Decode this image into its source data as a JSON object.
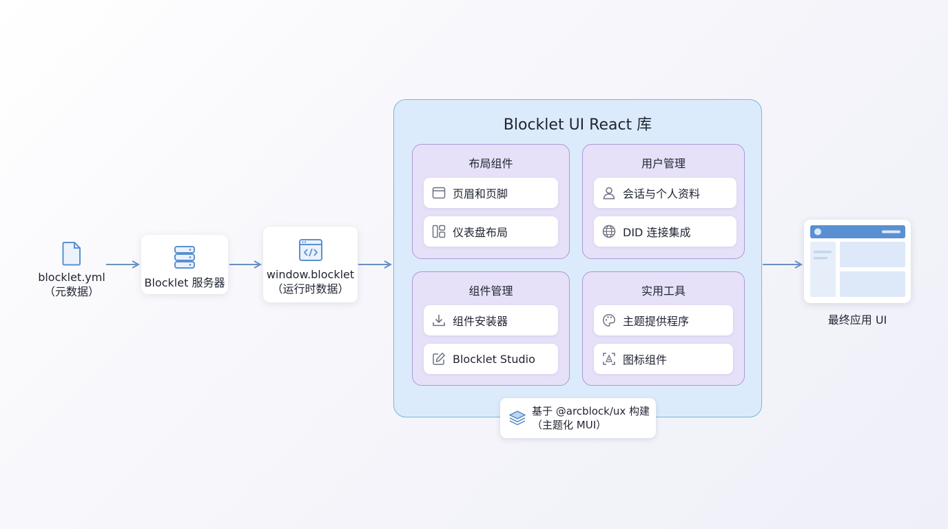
{
  "source": {
    "line1": "blocklet.yml",
    "line2": "（元数据）",
    "icon": "file-icon"
  },
  "server": {
    "label": "Blocklet 服务器",
    "icon": "server-icon"
  },
  "runtime": {
    "line1": "window.blocklet",
    "line2": "（运行时数据）",
    "icon": "code-window-icon"
  },
  "library": {
    "title": "Blocklet UI React 库",
    "groups": [
      {
        "title": "布局组件",
        "items": [
          {
            "label": "页眉和页脚",
            "icon": "window-icon"
          },
          {
            "label": "仪表盘布局",
            "icon": "dashboard-layout-icon"
          }
        ]
      },
      {
        "title": "用户管理",
        "items": [
          {
            "label": "会话与个人资料",
            "icon": "user-icon"
          },
          {
            "label": "DID 连接集成",
            "icon": "globe-icon"
          }
        ]
      },
      {
        "title": "组件管理",
        "items": [
          {
            "label": "组件安装器",
            "icon": "download-icon"
          },
          {
            "label": "Blocklet Studio",
            "icon": "edit-icon"
          }
        ]
      },
      {
        "title": "实用工具",
        "items": [
          {
            "label": "主题提供程序",
            "icon": "palette-icon"
          },
          {
            "label": "图标组件",
            "icon": "icon-component-icon"
          }
        ]
      }
    ],
    "note": {
      "line1": "基于 @arcblock/ux 构建",
      "line2": "（主题化 MUI）",
      "icon": "layers-icon"
    }
  },
  "output": {
    "label": "最终应用 UI",
    "icon": "app-preview-icon"
  },
  "colors": {
    "arrow": "#6a8fc2",
    "library_bg": "#dcebfb",
    "library_border": "#76b7d4",
    "group_bg": "#e6e1f8",
    "group_border": "#a898d4",
    "icon_blue": "#5b8fd0",
    "icon_gray": "#6d7080"
  }
}
